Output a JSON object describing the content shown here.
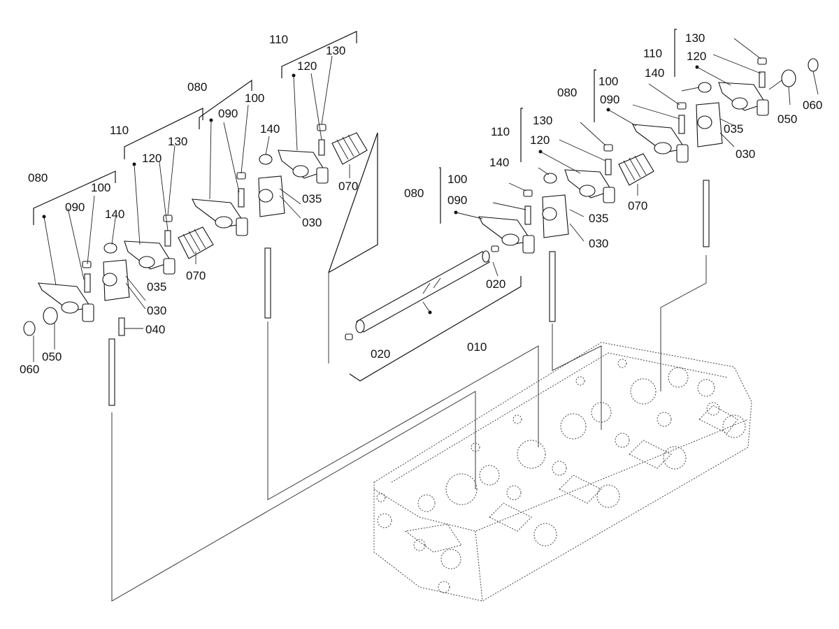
{
  "diagram": {
    "labels": {
      "l_080_a": "080",
      "l_100_a": "100",
      "l_090_a": "090",
      "l_140_a": "140",
      "l_035_a": "035",
      "l_030_a": "030",
      "l_040_a": "040",
      "l_050_a": "050",
      "l_060_a": "060",
      "l_110_a": "110",
      "l_120_a": "120",
      "l_130_a": "130",
      "l_070_a": "070",
      "l_080_b": "080",
      "l_090_b": "090",
      "l_100_b": "100",
      "l_140_b": "140",
      "l_035_b": "035",
      "l_030_b": "030",
      "l_110_b": "110",
      "l_120_b": "120",
      "l_130_b": "130",
      "l_070_b": "070",
      "l_020_a": "020",
      "l_020_b": "020",
      "l_010": "010",
      "l_080_c": "080",
      "l_100_c": "100",
      "l_090_c": "090",
      "l_140_c": "140",
      "l_035_c": "035",
      "l_030_c": "030",
      "l_110_c": "110",
      "l_120_c": "120",
      "l_130_c": "130",
      "l_070_c": "070",
      "l_080_d": "080",
      "l_100_d": "100",
      "l_090_d": "090",
      "l_140_d": "140",
      "l_035_d": "035",
      "l_030_d": "030",
      "l_110_d": "110",
      "l_120_d": "120",
      "l_130_d": "130",
      "l_050_b": "050",
      "l_060_b": "060"
    }
  }
}
